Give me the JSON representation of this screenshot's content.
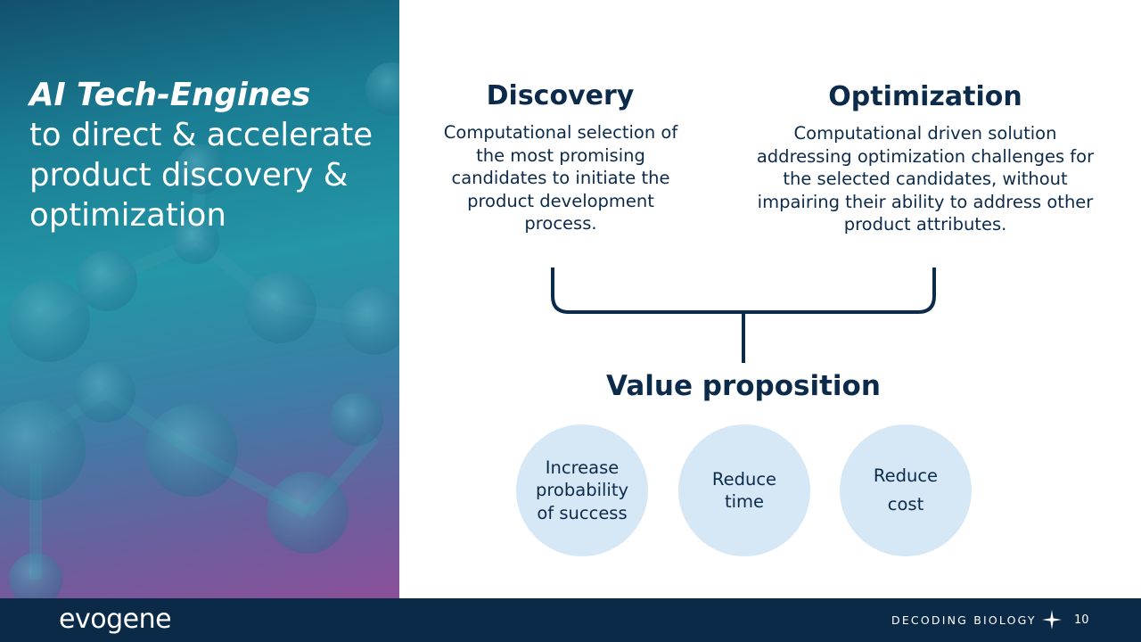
{
  "headline": {
    "emphasis": "AI Tech-Engines",
    "rest": "to direct & accelerate product discovery & optimization"
  },
  "discovery": {
    "title": "Discovery",
    "text": "Computational selection of the most promising candidates to initiate the product development process."
  },
  "optimization": {
    "title": "Optimization",
    "text": "Computational driven solution addressing optimization challenges for the selected candidates, without impairing their ability to address other product attributes."
  },
  "value_proposition": {
    "title": "Value proposition",
    "items": [
      "Increase probability of success",
      "Reduce time",
      "Reduce cost"
    ]
  },
  "footer": {
    "logo": "evogene",
    "tagline": "DECODING BIOLOGY",
    "page_number": "10"
  },
  "colors": {
    "navy": "#0c2b4a",
    "footer_bg": "#0b2a47",
    "circle_fill": "#d6e7f6"
  }
}
